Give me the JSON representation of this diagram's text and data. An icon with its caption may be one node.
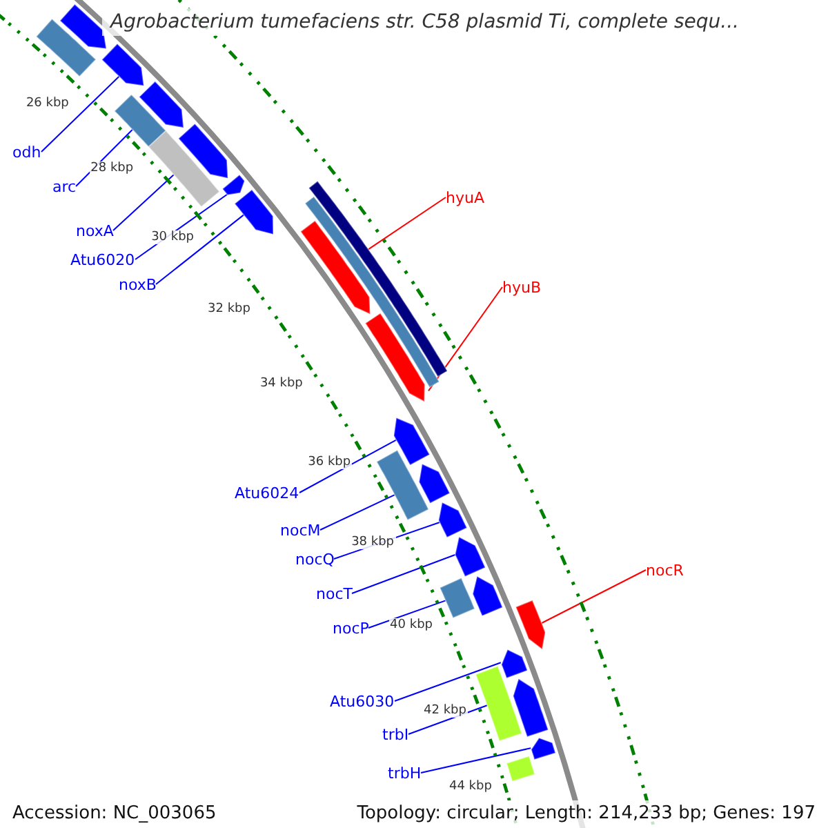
{
  "diagram": {
    "title": "Agrobacterium tumefaciens str. C58 plasmid Ti, complete sequ...",
    "nodes": [
      {
        "text": [
          "odh"
        ]
      },
      {
        "text": [
          "arc"
        ]
      },
      {
        "text": [
          "hyuA"
        ]
      },
      {
        "text": [
          "noxA"
        ]
      },
      {
        "text": [
          "Atu6020"
        ]
      },
      {
        "text": [
          "noxB"
        ]
      },
      {
        "text": [
          "hyuB"
        ]
      },
      {
        "text": [
          "Atu6024"
        ]
      },
      {
        "text": [
          "nocM"
        ]
      },
      {
        "text": [
          "nocQ"
        ]
      },
      {
        "text": [
          "nocR"
        ]
      },
      {
        "text": [
          "nocT"
        ]
      },
      {
        "text": [
          "nocP"
        ]
      },
      {
        "text": [
          "Atu6030"
        ]
      },
      {
        "text": [
          "trbI"
        ]
      },
      {
        "text": [
          "trbH"
        ]
      },
      {
        "text": [],
        "shape": "bar"
      },
      {
        "text": [],
        "shape": "pentagon"
      },
      {
        "text": [],
        "shape": "pentagon"
      },
      {
        "text": [],
        "shape": "bar"
      },
      {
        "text": [],
        "shape": "pentagon"
      },
      {
        "text": [],
        "shape": "bar"
      },
      {
        "text": [],
        "shape": "pentagon"
      },
      {
        "text": [],
        "shape": "pentagon"
      },
      {
        "text": [],
        "shape": "pentagon"
      },
      {
        "text": [],
        "shape": "bar"
      },
      {
        "text": [],
        "shape": "bar"
      },
      {
        "text": [],
        "shape": "pentagon"
      },
      {
        "text": [],
        "shape": "pentagon"
      },
      {
        "text": [],
        "shape": "pentagon"
      },
      {
        "text": [],
        "shape": "bar"
      },
      {
        "text": [],
        "shape": "pentagon"
      },
      {
        "text": [],
        "shape": "pentagon"
      },
      {
        "text": [],
        "shape": "pentagon"
      },
      {
        "text": [],
        "shape": "bar"
      },
      {
        "text": [],
        "shape": "pentagon"
      },
      {
        "text": [],
        "shape": "pentagon"
      },
      {
        "text": [],
        "shape": "pentagon"
      },
      {
        "text": [],
        "shape": "bar"
      },
      {
        "text": [],
        "shape": "pentagon"
      },
      {
        "text": [],
        "shape": "pentagon"
      },
      {
        "text": [],
        "shape": "bar"
      }
    ],
    "edges": [
      {
        "from": 0,
        "to": 18,
        "arrow": "none"
      },
      {
        "from": 1,
        "to": 19,
        "arrow": "none"
      },
      {
        "from": 2,
        "to": 25,
        "arrow": "none",
        "color": "#ff0000"
      },
      {
        "from": 3,
        "to": 21,
        "arrow": "none"
      },
      {
        "from": 4,
        "to": 23,
        "arrow": "none"
      },
      {
        "from": 5,
        "to": 24,
        "arrow": "none"
      },
      {
        "from": 6,
        "to": 28,
        "arrow": "none",
        "color": "#ff0000"
      },
      {
        "from": 7,
        "to": 29,
        "arrow": "none"
      },
      {
        "from": 8,
        "to": 30,
        "arrow": "none"
      },
      {
        "from": 9,
        "to": 32,
        "arrow": "none"
      },
      {
        "from": 10,
        "to": 36,
        "arrow": "none",
        "color": "#ff0000"
      },
      {
        "from": 11,
        "to": 33,
        "arrow": "none"
      },
      {
        "from": 12,
        "to": 34,
        "arrow": "none"
      },
      {
        "from": 13,
        "to": 37,
        "arrow": "none"
      },
      {
        "from": 14,
        "to": 38,
        "arrow": "none"
      },
      {
        "from": 15,
        "to": 40,
        "arrow": "none"
      }
    ],
    "labels": [
      "26 kbp",
      "28 kbp",
      "30 kbp",
      "32 kbp",
      "34 kbp",
      "36 kbp",
      "38 kbp",
      "40 kbp",
      "42 kbp",
      "44 kbp",
      "Accession: NC_003065",
      "Topology: circular; Length: 214,233 bp; Genes: 197"
    ]
  }
}
